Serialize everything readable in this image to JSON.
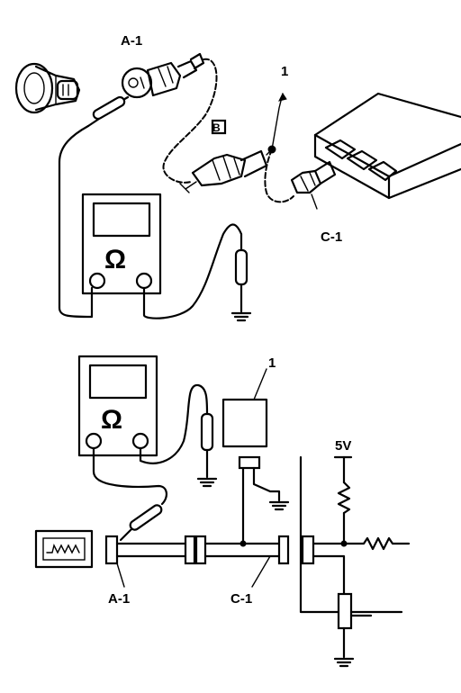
{
  "labels": {
    "a1_top": "A-1",
    "b_top": "B",
    "c1_top": "C-1",
    "one_top": "1",
    "ohm_top": "Ω",
    "ohm_bottom": "Ω",
    "one_bottom": "1",
    "a1_bottom": "A-1",
    "c1_bottom": "C-1",
    "five_v": "5V"
  },
  "icons": {
    "ohmmeter": "ohmmeter-icon",
    "ground": "ground-icon",
    "sensor": "sensor-icon",
    "ecm": "ecm-icon",
    "connector": "connector-icon",
    "resistor": "resistor-icon"
  }
}
